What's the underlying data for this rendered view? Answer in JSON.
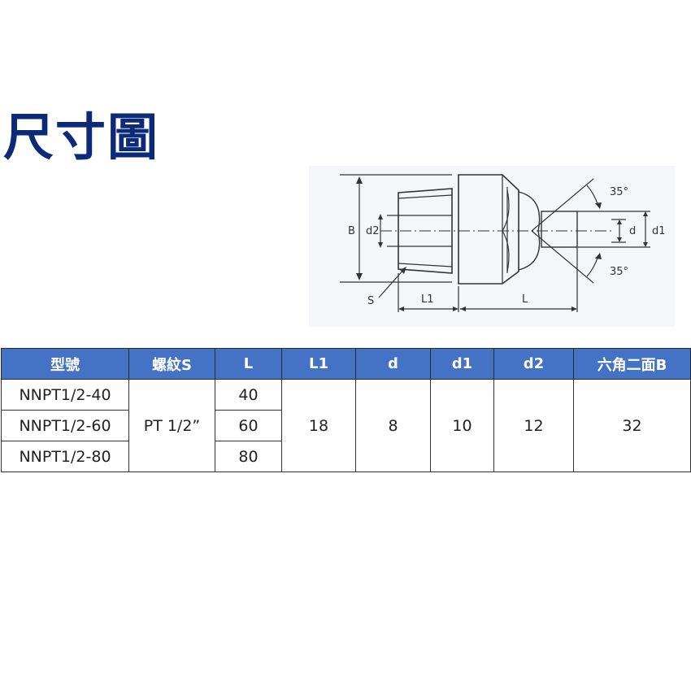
{
  "page": {
    "title": "尺寸圖"
  },
  "diagram": {
    "labels": {
      "B": "B",
      "d2": "d2",
      "S": "S",
      "L1": "L1",
      "L": "L",
      "d": "d",
      "d1": "d1",
      "angle_top": "35°",
      "angle_bottom": "35°"
    }
  },
  "table": {
    "headers": [
      "型號",
      "螺紋S",
      "L",
      "L1",
      "d",
      "d1",
      "d2",
      "六角二面B"
    ],
    "models": [
      "NNPT1/2-40",
      "NNPT1/2-60",
      "NNPT1/2-80"
    ],
    "thread": "PT 1/2”",
    "L": [
      "40",
      "60",
      "80"
    ],
    "L1": "18",
    "d": "8",
    "d1": "10",
    "d2": "12",
    "hex_B": "32"
  }
}
